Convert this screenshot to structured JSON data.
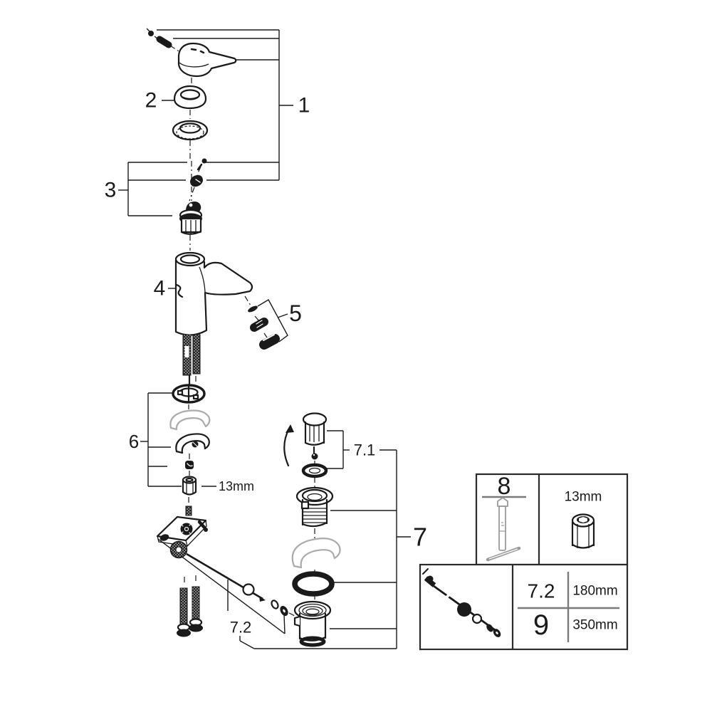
{
  "callouts": {
    "part1": "1",
    "part2": "2",
    "part3": "3",
    "part4": "4",
    "part5": "5",
    "part6": "6",
    "part7": "7",
    "part7_1": "7.1",
    "part7_2": "7.2"
  },
  "annotations": {
    "hex_nut_size": "13mm"
  },
  "panels": {
    "tool_box": {
      "number": "8",
      "socket_size": "13mm"
    },
    "rod_box": {
      "rows": [
        {
          "part": "7.2",
          "length": "180mm"
        },
        {
          "part": "9",
          "length": "350mm"
        }
      ]
    }
  },
  "colors": {
    "line": "#1a1a1a",
    "gray_part": "#ababab",
    "panel_border": "#2a2a2a",
    "table_divider": "#7a7a7a",
    "background": "#ffffff"
  }
}
